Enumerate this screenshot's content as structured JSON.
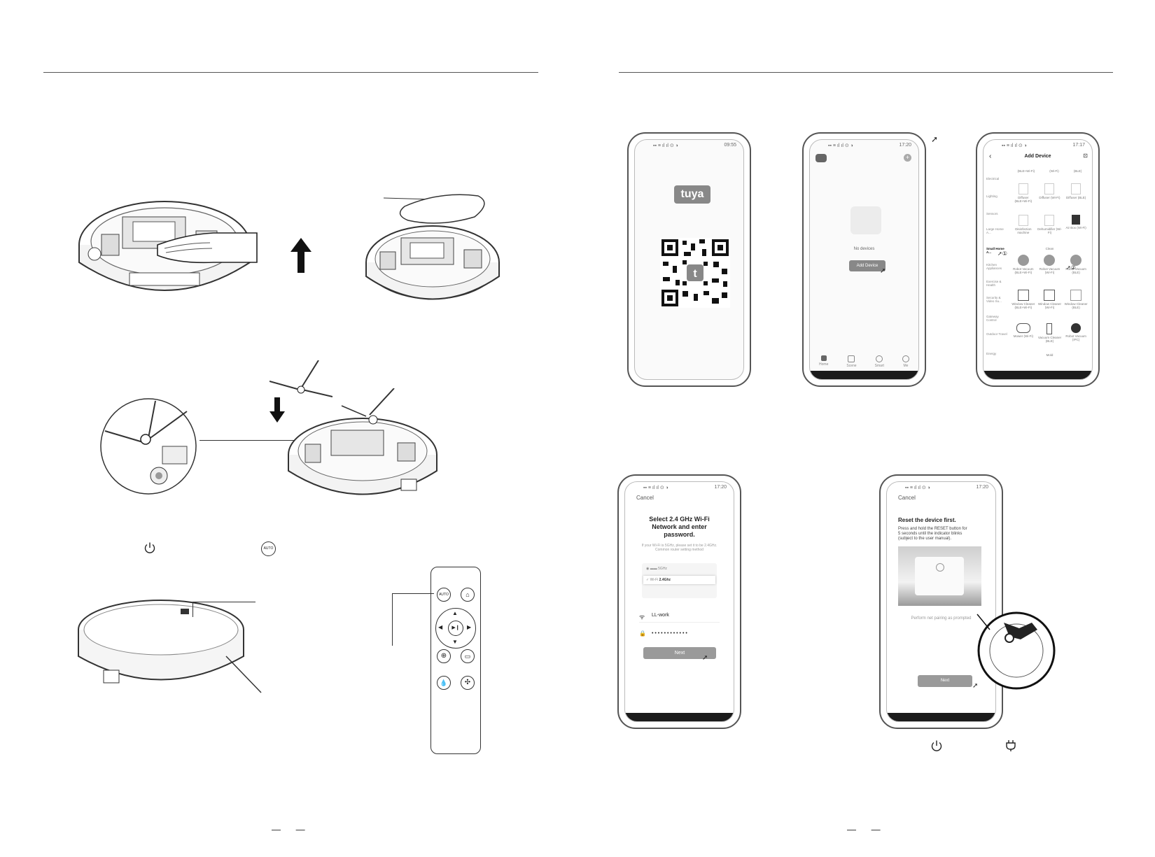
{
  "page_left": {
    "page_number": "",
    "inline_icons": {
      "power": "power-icon",
      "auto": "AUTO"
    }
  },
  "page_right": {
    "page_number": "",
    "inline_icons": {
      "power": "power-icon",
      "plug": "plug-icon"
    }
  },
  "phone1": {
    "brand": "tuya",
    "status_time": "09:55"
  },
  "phone2": {
    "status_time": "17:20",
    "empty_text": "No devices",
    "add_button": "Add Device",
    "tabs": [
      "Home",
      "Scene",
      "Smart",
      "Me"
    ]
  },
  "phone3": {
    "status_time": "17:17",
    "title": "Add Device",
    "categories": [
      "Electrical",
      "Lighting",
      "Sensors",
      "Large Home A...",
      "Small Home A...",
      "Kitchen Appliances",
      "Exercise & Health",
      "Security & Video Su...",
      "Gateway Control",
      "Outdoor Travel",
      "Energy"
    ],
    "row0": [
      "(BLE+Wi-Fi)",
      "(Wi-Fi)",
      "(BLE)"
    ],
    "row1": [
      "Diffuser (BLE+Wi-Fi)",
      "Diffuser (Wi-Fi)",
      "Diffuser (BLE)"
    ],
    "row2": [
      "Disinfection machine",
      "Dehumidifier (Wi-Fi)",
      "Air Box (Wi-Fi)"
    ],
    "section": "Clean",
    "row3": [
      "Robot Vacuum (BLE+Wi-Fi)",
      "Robot Vacuum (Wi-Fi)",
      "Robot Vacuum (BLE)"
    ],
    "row4": [
      "Window Cleaner (BLE+Wi-Fi)",
      "Window Cleaner (Wi-Fi)",
      "Window Cleaner (BLE)"
    ],
    "row5": [
      "Mower (Wi-Fi)",
      "Vacuum Cleaner (BLE)",
      "Robot Vacuum (IPC)"
    ],
    "footer": "Mold"
  },
  "phone4": {
    "status_time": "17:20",
    "cancel": "Cancel",
    "title": "Select 2.4 GHz Wi-Fi Network and enter password.",
    "hint": "If your Wi-Fi is 5GHz, please set it to be 2.4GHz. Common router setting method",
    "band_5": "5GHz",
    "band_24_prefix": "Wi-Fi",
    "band_24": "2.4Ghz",
    "ssid": "LL-work",
    "password_mask": "• • • • • • • • • • • •",
    "next": "Next"
  },
  "phone5": {
    "status_time": "17:20",
    "cancel": "Cancel",
    "title": "Reset the device first.",
    "body": "Press and hold the RESET button for 5 seconds until the indicator blinks (subject to the user manual).",
    "pairing": "Perform net pairing as prompted",
    "next": "Next"
  },
  "remote": {
    "buttons": [
      "AUTO",
      "home",
      "up",
      "left",
      "play/pause",
      "right",
      "down",
      "spot",
      "edge",
      "water",
      "fan"
    ]
  }
}
